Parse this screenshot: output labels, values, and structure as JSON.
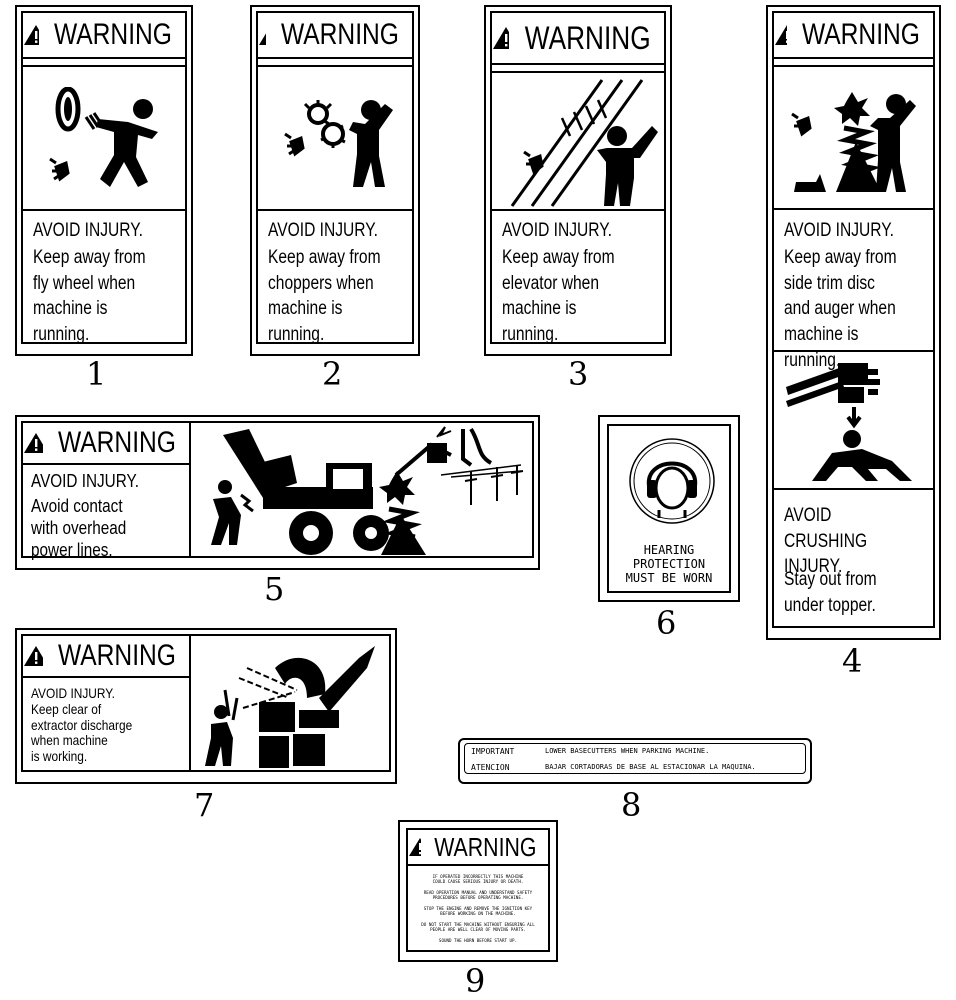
{
  "colors": {
    "ink": "#000000",
    "paper": "#ffffff"
  },
  "signal_word": "WARNING",
  "decals": [
    {
      "number": "1",
      "headline": "AVOID INJURY.",
      "body": "Keep away from\nfly wheel when\nmachine is\nrunning.",
      "icon": "flywheel-hazard-icon"
    },
    {
      "number": "2",
      "headline": "AVOID INJURY.",
      "body": "Keep away from\nchoppers when\nmachine is\nrunning.",
      "icon": "chopper-hazard-icon"
    },
    {
      "number": "3",
      "headline": "AVOID INJURY.",
      "body": "Keep away from\nelevator when\nmachine is\nrunning.",
      "icon": "elevator-hazard-icon"
    },
    {
      "number": "4",
      "headline": "AVOID INJURY.",
      "body": "Keep away from\nside trim disc\nand auger when\nmachine is running.",
      "headline2": "AVOID CRUSHING\nINJURY.",
      "body2": "Stay out from\nunder topper.",
      "icon": "side-trim-hazard-icon",
      "icon2": "crushing-hazard-icon"
    },
    {
      "number": "5",
      "headline": "AVOID INJURY.",
      "body": "Avoid contact\nwith overhead\npower lines.",
      "icon": "power-line-hazard-icon"
    },
    {
      "number": "6",
      "body": "HEARING\nPROTECTION\nMUST BE WORN",
      "icon": "ear-protection-icon"
    },
    {
      "number": "7",
      "headline": "AVOID INJURY.",
      "body": "Keep clear of\nextractor discharge\nwhen machine\nis working.",
      "icon": "extractor-hazard-icon"
    },
    {
      "number": "8",
      "rows": [
        {
          "label": "IMPORTANT",
          "text": "LOWER BASECUTTERS WHEN PARKING MACHINE."
        },
        {
          "label": "ATENCION",
          "text": "BAJAR CORTADORAS DE BASE AL ESTACIONAR LA MAQUINA."
        }
      ]
    },
    {
      "number": "9",
      "lines": [
        "IF OPERATED INCORRECTLY THIS MACHINE\nCOULD CAUSE SERIOUS INJURY OR DEATH.",
        "READ OPERATION MANUAL AND UNDERSTAND SAFETY\nPROCEDURES BEFORE OPERATING MACHINE.",
        "STOP THE ENGINE AND REMOVE THE IGNITION KEY\nBEFORE WORKING ON THE MACHINE.",
        "DO NOT START THE MACHINE WITHOUT ENSURING ALL\nPEOPLE ARE WELL CLEAR OF MOVING PARTS.",
        "SOUND THE HORN BEFORE START UP."
      ]
    }
  ]
}
